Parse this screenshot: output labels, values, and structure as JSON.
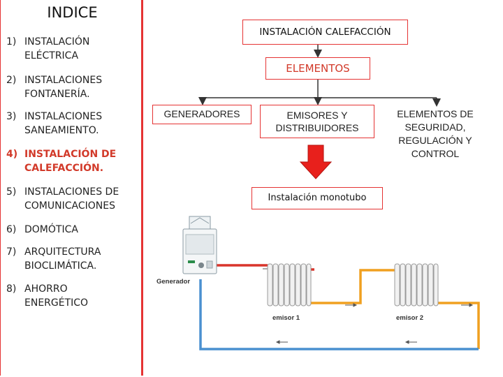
{
  "sidebar": {
    "title": "INDICE",
    "items": [
      {
        "num": "1)",
        "lines": [
          "INSTALACIÓN",
          "ELÉCTRICA"
        ]
      },
      {
        "num": "2)",
        "lines": [
          "INSTALACIONES",
          "FONTANERÍA."
        ]
      },
      {
        "num": "3)",
        "lines": [
          "INSTALACIONES",
          "SANEAMIENTO."
        ]
      },
      {
        "num": "4)",
        "lines": [
          "INSTALACIÓN DE",
          "CALEFACCIÓN."
        ]
      },
      {
        "num": "5)",
        "lines": [
          "INSTALACIONES DE",
          "COMUNICACIONES"
        ]
      },
      {
        "num": "6)",
        "lines": [
          "DOMÓTICA"
        ]
      },
      {
        "num": "7)",
        "lines": [
          "ARQUITECTURA",
          "BIOCLIMÁTICA."
        ]
      },
      {
        "num": "8)",
        "lines": [
          "AHORRO",
          "ENERGÉTICO"
        ]
      }
    ]
  },
  "diagram": {
    "root": "INSTALACIÓN CALEFACCIÓN",
    "elements": "ELEMENTOS",
    "categories": {
      "generadores": "GENERADORES",
      "emisores": [
        "EMISORES Y",
        "DISTRIBUIDORES"
      ],
      "seguridad": [
        "ELEMENTOS DE",
        "SEGURIDAD,",
        "REGULACIÓN Y",
        "CONTROL"
      ]
    },
    "monotubo": "Instalación monotubo"
  },
  "schematic": {
    "generator_label": "Generador",
    "emitter1_label": "emisor 1",
    "emitter2_label": "emisor 2"
  },
  "colors": {
    "accent_red": "#e53333",
    "active_item": "#d23a2a",
    "hot_pipe": "#d9342b",
    "warm_pipe": "#f0a020",
    "cold_pipe": "#4a90d0",
    "down_arrow": "#e8201c"
  }
}
